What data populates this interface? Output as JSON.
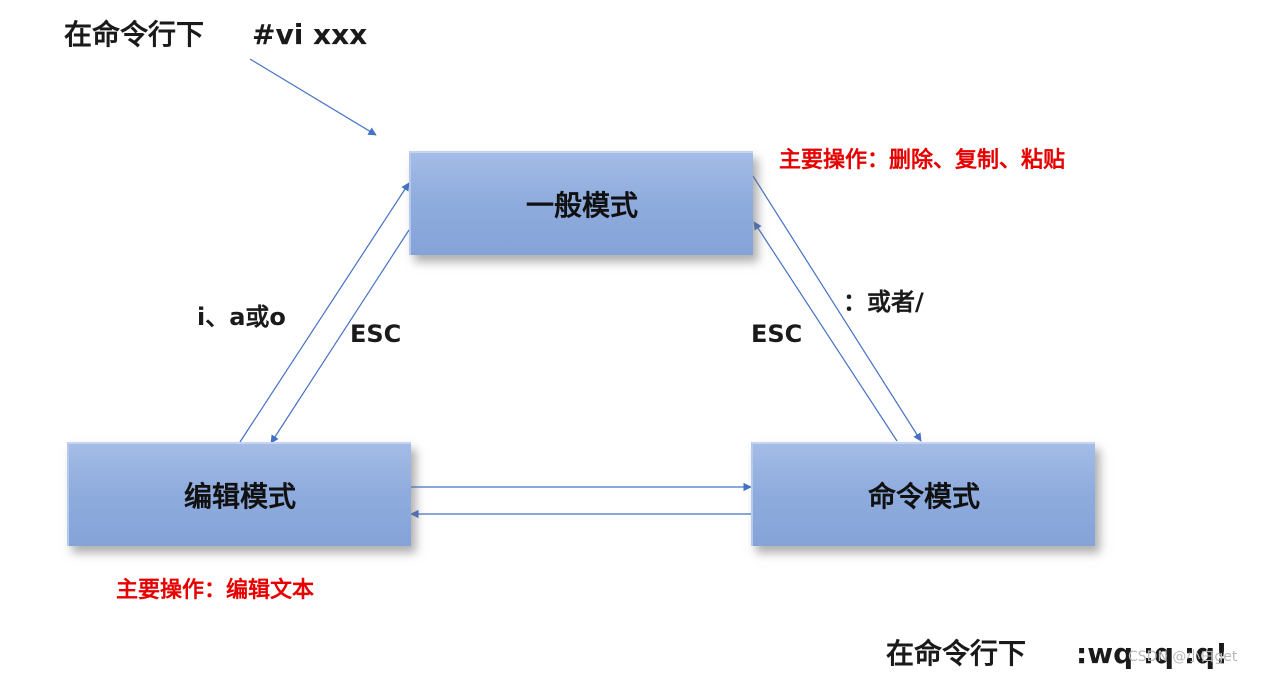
{
  "top_note": {
    "prefix": "在命令行下",
    "command": "#vi xxx"
  },
  "modes": {
    "normal": "一般模式",
    "edit": "编辑模式",
    "command": "命令模式"
  },
  "labels": {
    "enter_edit": "i、a或o",
    "esc_left": "ESC",
    "esc_right": "ESC",
    "enter_command": "：或者/"
  },
  "notes": {
    "normal_ops": "主要操作：删除、复制、粘贴",
    "edit_ops": "主要操作：编辑文本"
  },
  "bottom_note": {
    "prefix": "在命令行下",
    "command": ":wq :q :q!"
  },
  "watermark": "CSDN @小白get",
  "colors": {
    "box_fill": "#8eabdd",
    "arrow": "#4472c4",
    "note_red": "#e60000"
  }
}
